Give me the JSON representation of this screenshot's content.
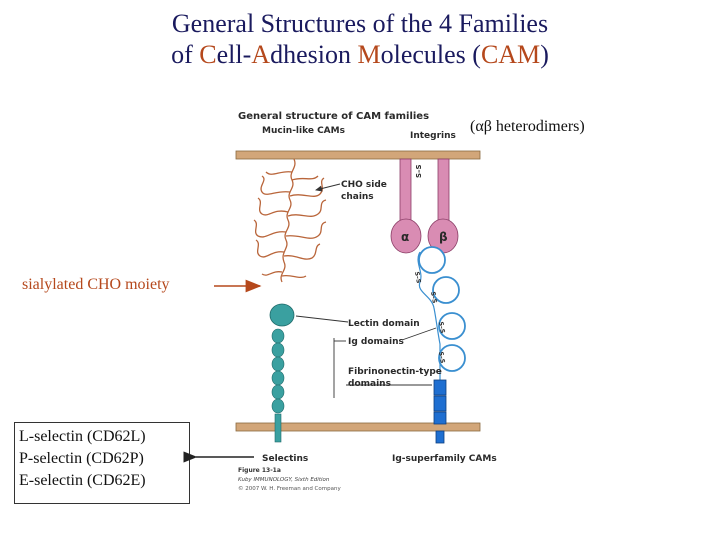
{
  "title": {
    "line1": "General Structures of the 4 Families",
    "line2_pre": "of ",
    "c_letter": "C",
    "c_rest": "ell-",
    "a_letter": "A",
    "a_rest": "dhesion ",
    "m_letter": "M",
    "m_rest": "olecules (",
    "abbr": "CAM",
    "close": ")"
  },
  "annotations": {
    "heterodimers": "(αβ heterodimers)",
    "sialylated": "sialylated CHO moiety",
    "selectins": [
      "L-selectin (CD62L)",
      "P-selectin (CD62P)",
      "E-selectin (CD62E)"
    ]
  },
  "figure": {
    "heading": "General structure of CAM families",
    "mucin": "Mucin-like CAMs",
    "integrins": "Integrins",
    "cho_side": "CHO side",
    "chains": "chains",
    "alpha": "α",
    "beta": "β",
    "lectin": "Lectin domain",
    "ig": "Ig domains",
    "fibronectin": "Fibrinonectin-type",
    "domains": "domains",
    "selectins": "Selectins",
    "igsf": "Ig-superfamily CAMs",
    "ss": "S–S",
    "caption1": "Figure 13-1a",
    "caption2": "Kuby IMMUNOLOGY, Sixth Edition",
    "caption3": "© 2007 W. H. Freeman and Company"
  },
  "colors": {
    "title": "#1a1a5e",
    "accent": "#b5481c",
    "membrane": "#d2a679",
    "integrin": "#d98cb3",
    "ig_domain": "#3a8fd0",
    "lectin": "#3aa0a0",
    "mucin": "#b9653a",
    "fibronectin": "#1f6fd1"
  }
}
